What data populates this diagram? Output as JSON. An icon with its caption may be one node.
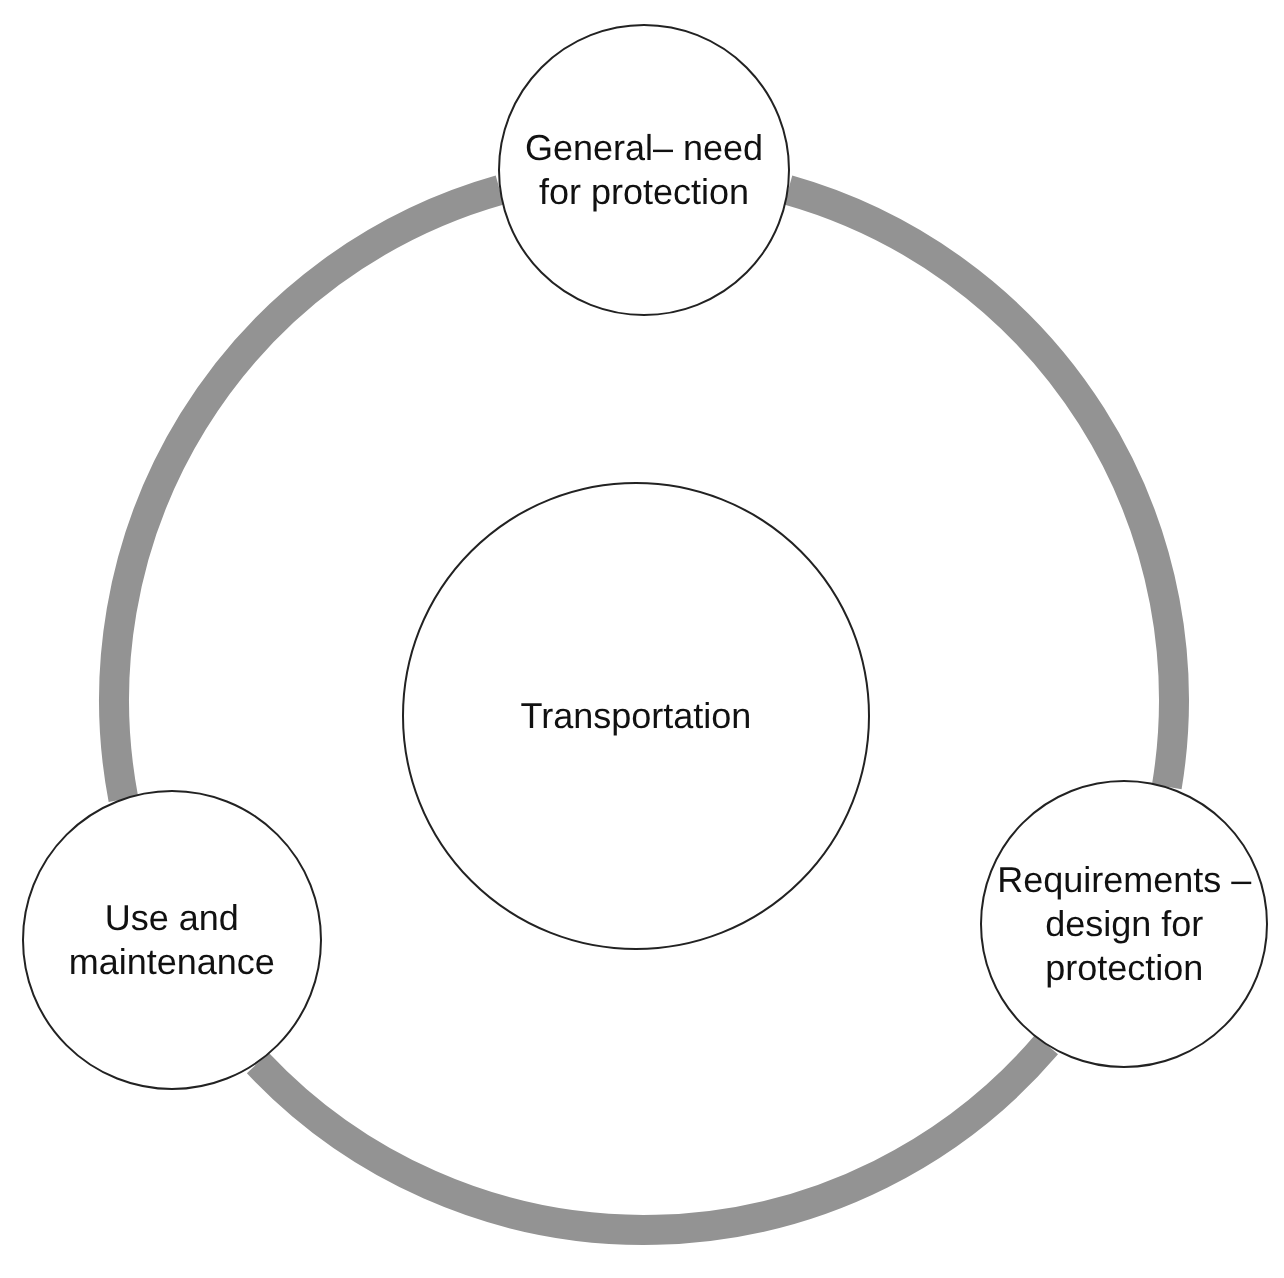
{
  "diagram": {
    "nodes": [
      {
        "text": [
          "General– need for protection"
        ]
      },
      {
        "text": [
          "Transportation"
        ]
      },
      {
        "text": [
          "Requirements –design for protection"
        ]
      },
      {
        "text": [
          "Use and maintenance"
        ]
      }
    ],
    "edges": [
      {
        "from": 0,
        "to": 2,
        "arrow": "none"
      },
      {
        "from": 2,
        "to": 3,
        "arrow": "none"
      },
      {
        "from": 3,
        "to": 0,
        "arrow": "none"
      }
    ]
  }
}
